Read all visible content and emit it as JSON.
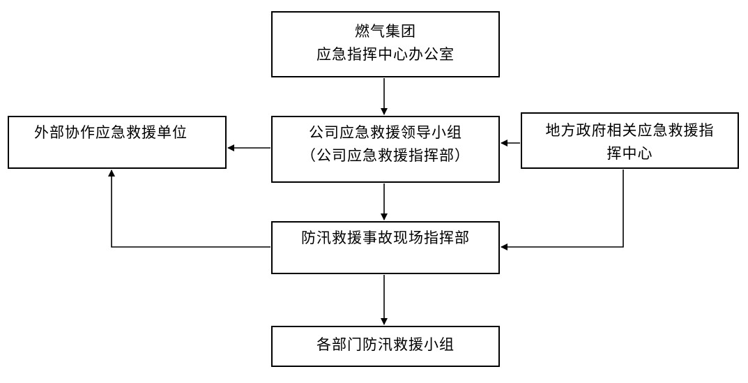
{
  "boxes": {
    "top": {
      "lines": [
        "燃气集团",
        "应急指挥中心办公室"
      ]
    },
    "leader": {
      "lines": [
        "公司应急救援领导小组",
        "（公司应急救援指挥部）"
      ]
    },
    "external": {
      "lines": [
        "外部协作应急救援单位"
      ]
    },
    "government": {
      "lines": [
        "地方政府相关应急救援指",
        "挥中心"
      ]
    },
    "site": {
      "lines": [
        "防汛救援事故现场指挥部"
      ]
    },
    "teams": {
      "lines": [
        "各部门防汛救援小组"
      ]
    }
  },
  "colors": {
    "stroke": "#000000",
    "background": "#ffffff"
  }
}
